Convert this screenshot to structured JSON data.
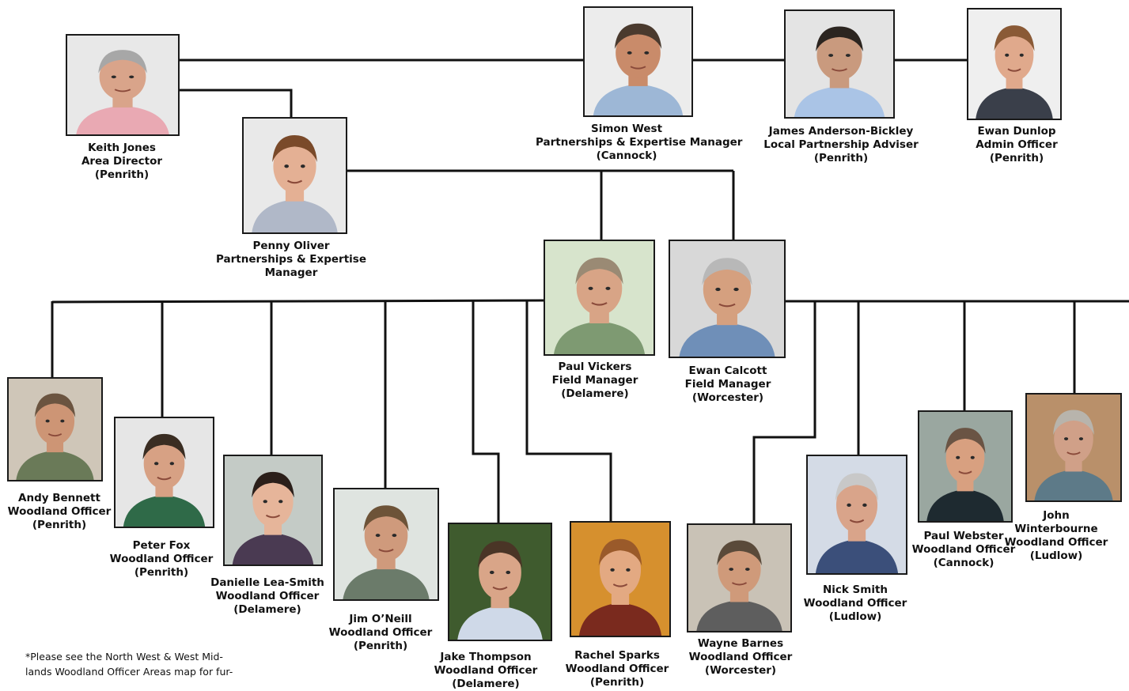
{
  "people": [
    {
      "id": "keith-jones",
      "name": "Keith Jones",
      "role": "Area Director",
      "location": "(Penrith)",
      "bg": "#e8e8e8",
      "shirt": "#e9a9b3",
      "skin": "#d9a48a",
      "hair": "#a7a7a7"
    },
    {
      "id": "simon-west",
      "name": "Simon West",
      "role": "Partnerships & Expertise Manager",
      "location": "(Cannock)",
      "bg": "#ececec",
      "shirt": "#9db7d6",
      "skin": "#c98b6a",
      "hair": "#4a3a2e"
    },
    {
      "id": "james-anderson-bickley",
      "name": "James Anderson-Bickley",
      "role": "Local Partnership Adviser",
      "location": "(Penrith)",
      "bg": "#e4e4e4",
      "shirt": "#aac4e6",
      "skin": "#c99a7e",
      "hair": "#2c2520"
    },
    {
      "id": "ewan-dunlop",
      "name": "Ewan Dunlop",
      "role": "Admin Officer",
      "location": "(Penrith)",
      "bg": "#efefef",
      "shirt": "#3a3f4a",
      "skin": "#e0a98c",
      "hair": "#8a5a36"
    },
    {
      "id": "penny-oliver",
      "name": "Penny Oliver",
      "role": "Partnerships & Expertise",
      "role2": "Manager",
      "location": "",
      "bg": "#e9e9e9",
      "shirt": "#b0b8c8",
      "skin": "#e4b094",
      "hair": "#7a4a2a"
    },
    {
      "id": "paul-vickers",
      "name": "Paul Vickers",
      "role": "Field Manager",
      "location": "(Delamere)",
      "bg": "#d7e4cc",
      "shirt": "#7e9a72",
      "skin": "#d8a486",
      "hair": "#9a8a74"
    },
    {
      "id": "ewan-calcott",
      "name": "Ewan Calcott",
      "role": "Field Manager",
      "location": "(Worcester)",
      "bg": "#d8d8d8",
      "shirt": "#6f8fb8",
      "skin": "#d5a07f",
      "hair": "#b8b8b8"
    },
    {
      "id": "andy-bennett",
      "name": "Andy Bennett",
      "role": "Woodland Officer",
      "location": "(Penrith)",
      "bg": "#cfc6b8",
      "shirt": "#6a7a58",
      "skin": "#cd9575",
      "hair": "#6b5440"
    },
    {
      "id": "peter-fox",
      "name": "Peter Fox",
      "role": "Woodland Officer",
      "location": "(Penrith)",
      "bg": "#e6e6e6",
      "shirt": "#2f6a48",
      "skin": "#d7a184",
      "hair": "#3a2d22"
    },
    {
      "id": "danielle-lea-smith",
      "name": "Danielle Lea-Smith",
      "role": "Woodland Officer",
      "location": "(Delamere)",
      "bg": "#c4cbc6",
      "shirt": "#4a3a52",
      "skin": "#e6b59a",
      "hair": "#2b1f1a"
    },
    {
      "id": "jim-oneill",
      "name": "Jim O’Neill",
      "role": "Woodland Officer",
      "location": "(Penrith)",
      "bg": "#dfe4e0",
      "shirt": "#6b7b6a",
      "skin": "#cf9a7c",
      "hair": "#6d5338"
    },
    {
      "id": "jake-thompson",
      "name": "Jake Thompson",
      "role": "Woodland Officer",
      "location": "(Delamere)",
      "bg": "#3f5b2e",
      "shirt": "#cfd9e8",
      "skin": "#d9a588",
      "hair": "#4a3526"
    },
    {
      "id": "rachel-sparks",
      "name": "Rachel Sparks",
      "role": "Woodland Officer",
      "location": "(Penrith)",
      "bg": "#d6902e",
      "shirt": "#7a2a1e",
      "skin": "#e3a982",
      "hair": "#9a5a2a"
    },
    {
      "id": "wayne-barnes",
      "name": "Wayne Barnes",
      "role": "Woodland Officer",
      "location": "(Worcester)",
      "bg": "#c9c2b6",
      "shirt": "#5e5e5e",
      "skin": "#cf9a7a",
      "hair": "#5a4a3a"
    },
    {
      "id": "nick-smith",
      "name": "Nick Smith",
      "role": "Woodland Officer",
      "location": "(Ludlow)",
      "bg": "#d4dbe6",
      "shirt": "#3b4f7a",
      "skin": "#d9a48a",
      "hair": "#c8c8c8"
    },
    {
      "id": "paul-webster",
      "name": "Paul Webster",
      "role": "Woodland Officer",
      "location": "(Cannock)",
      "bg": "#9aa7a0",
      "shirt": "#1e2a30",
      "skin": "#d8a080",
      "hair": "#6a5444"
    },
    {
      "id": "john-winterbourne",
      "name": "John",
      "name2": "Winterbourne",
      "role": "Woodland Officer",
      "location": "(Ludlow)",
      "bg": "#b9906a",
      "shirt": "#5d7a88",
      "skin": "#d0a088",
      "hair": "#b8b4ac"
    }
  ],
  "note": {
    "line1": "*Please see the North West & West Mid-",
    "line2": "lands Woodland Officer Areas map for fur-"
  },
  "colors": {
    "line": "#111111",
    "border": "#1a1a1a",
    "background": "#ffffff"
  }
}
